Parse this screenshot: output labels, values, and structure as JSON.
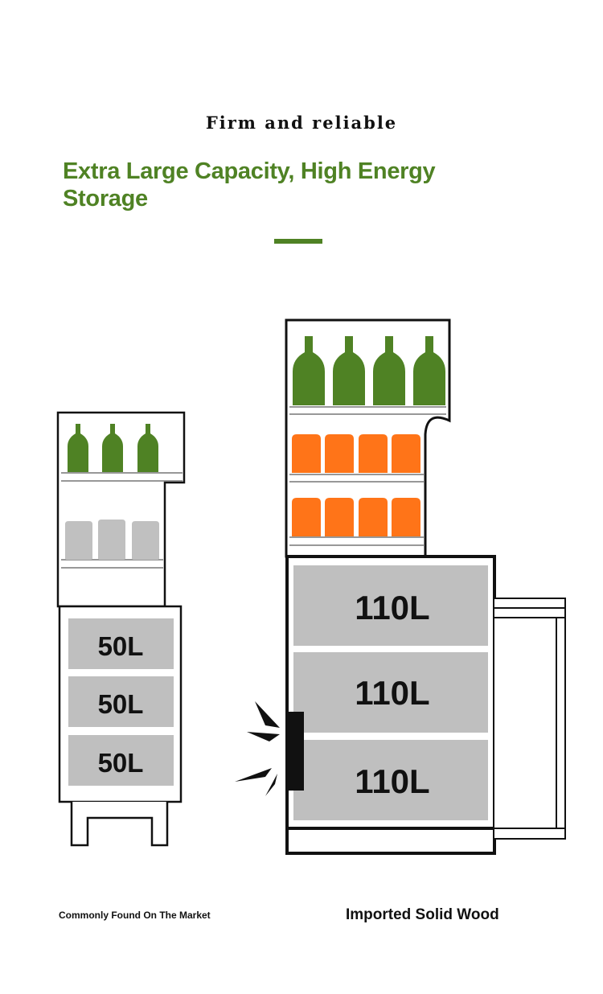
{
  "header": {
    "subtitle": "Firm and reliable",
    "title": "Extra Large Capacity, High Energy Storage"
  },
  "colors": {
    "accent": "#4f8224",
    "bottle": "#4f8224",
    "can_orange": "#ff7418",
    "can_gray": "#c0c0c0",
    "compartment": "#bfbfbf"
  },
  "left_cabinet": {
    "caption": "Commonly Found On The Market",
    "compartments": [
      "50L",
      "50L",
      "50L"
    ]
  },
  "right_cabinet": {
    "caption": "Imported Solid Wood",
    "compartments": [
      "110L",
      "110L",
      "110L"
    ]
  }
}
